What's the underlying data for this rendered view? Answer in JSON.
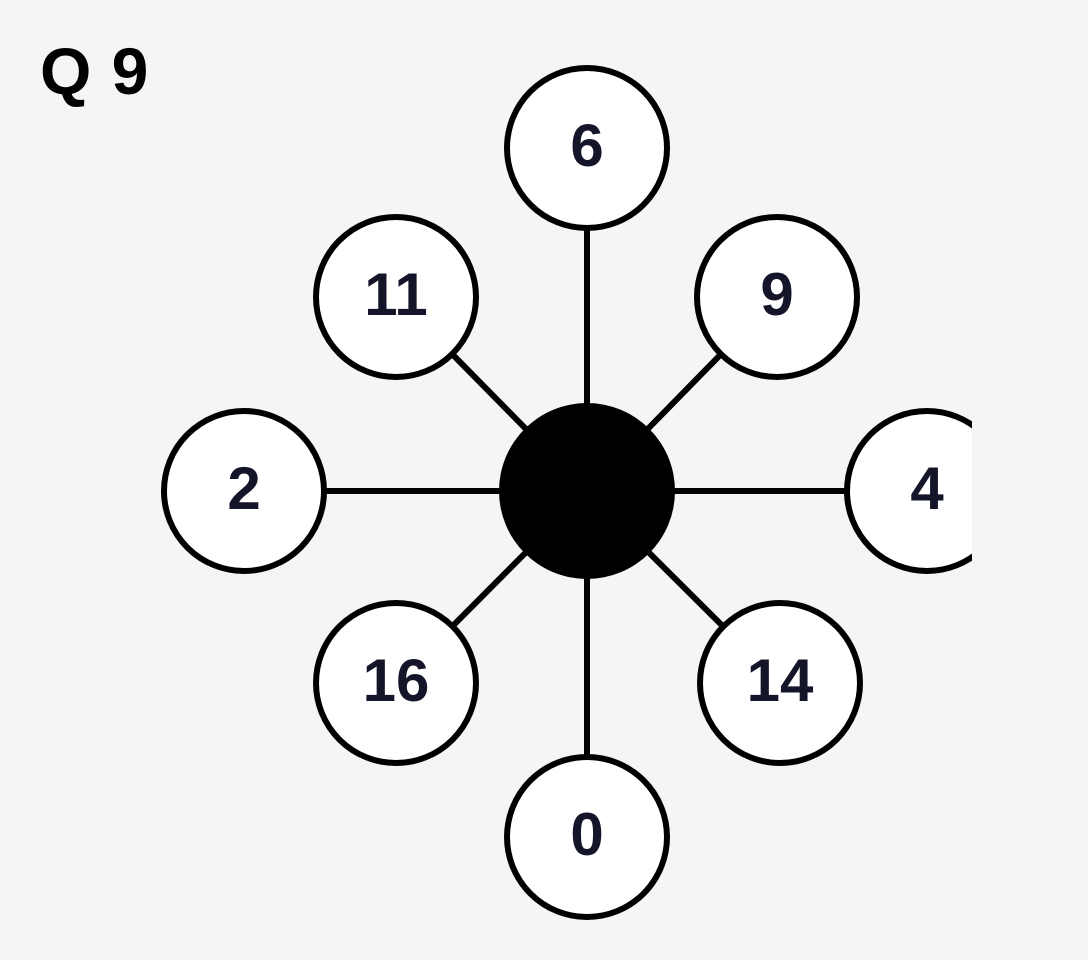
{
  "question": {
    "label": "Q 9"
  },
  "diagram": {
    "hub_color": "#000000",
    "nodes": [
      {
        "position": "top",
        "value": "6"
      },
      {
        "position": "top-right",
        "value": "9"
      },
      {
        "position": "right",
        "value": "4"
      },
      {
        "position": "bottom-right",
        "value": "14"
      },
      {
        "position": "bottom",
        "value": "0"
      },
      {
        "position": "bottom-left",
        "value": "16"
      },
      {
        "position": "left",
        "value": "2"
      },
      {
        "position": "top-left",
        "value": "11"
      }
    ]
  }
}
